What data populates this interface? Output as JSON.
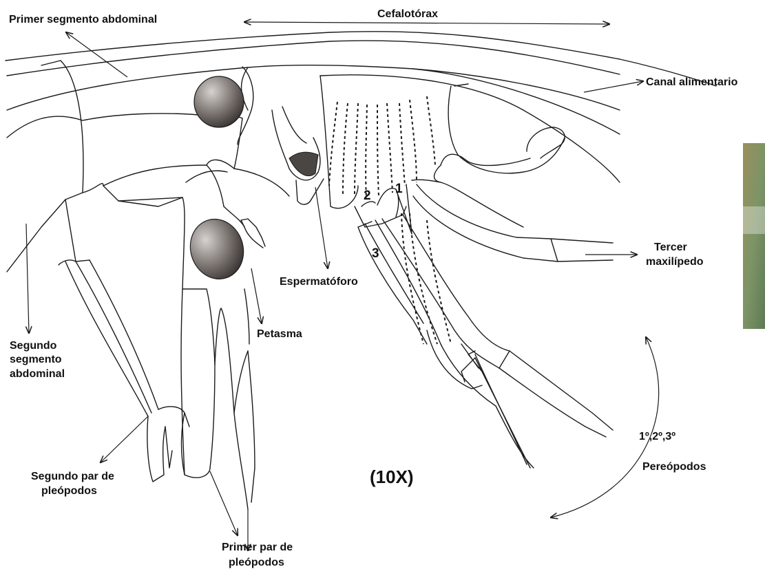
{
  "labels": {
    "primer_segmento_abdominal": "Primer segmento abdominal",
    "cefalotorax": "Cefalotórax",
    "canal_alimentario": "Canal alimentario",
    "tercer": "Tercer",
    "maxilipedo": "maxilípedo",
    "espermatoforo": "Espermatóforo",
    "petasma": "Petasma",
    "segundo": "Segundo",
    "segmento": "segmento",
    "abdominal": "abdominal",
    "segundo_par_de": "Segundo par de",
    "pleopodos_1": "pleópodos",
    "primer_par_de": "Primer par de",
    "pleopodos_2": "pleópodos",
    "magnificacion": "(10X)",
    "pereopodos_orden": "1º,2º,3º",
    "pereopodos": "Pereópodos",
    "num_1": "1",
    "num_2": "2",
    "num_3": "3"
  },
  "colors": {
    "line": "#1a1a1a",
    "eye_dark": "#3a3532",
    "eye_light": "#c9c5c2",
    "photo_green": "#7d9466"
  }
}
